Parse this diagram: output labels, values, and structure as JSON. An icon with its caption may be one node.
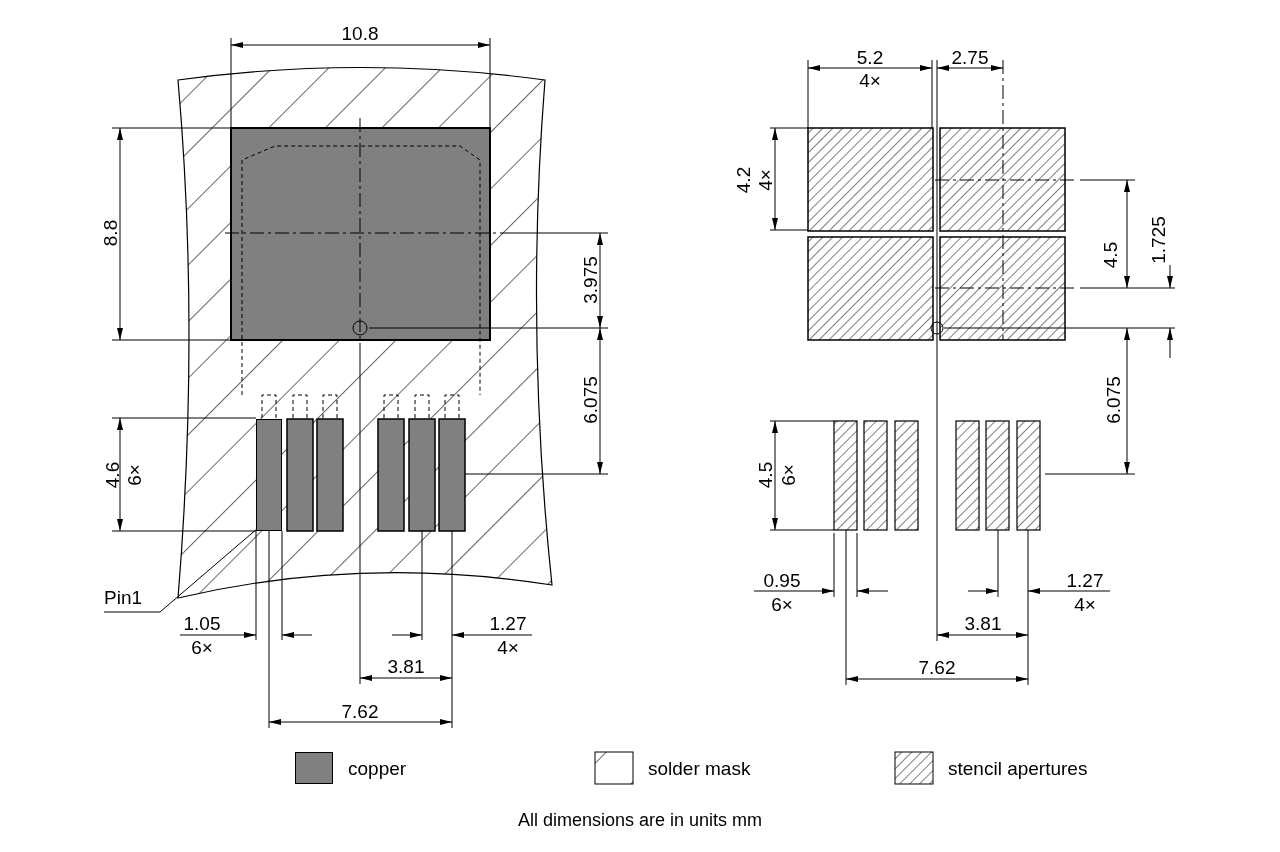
{
  "diagram": {
    "caption": "All dimensions are in units mm",
    "nodes": [
      {
        "text": [
          "Pin1"
        ]
      },
      {
        "text": [],
        "shape": "bar"
      }
    ],
    "edges": [
      {
        "from": 0,
        "to": 1,
        "arrow": "none"
      }
    ],
    "labels": [
      "10.8",
      "5.2",
      "4×",
      "2.75",
      "4.2",
      "4×",
      "8.8",
      "4.5",
      "1.725",
      "3.975",
      "6.075",
      "6.075",
      "4.6",
      "6×",
      "4.5",
      "6×",
      "0.95",
      "6×",
      "1.27",
      "4×",
      "1.05",
      "6×",
      "1.27",
      "4×",
      "3.81",
      "3.81",
      "7.62",
      "7.62"
    ],
    "legend": [
      {
        "text": "copper",
        "color": "#808080"
      },
      {
        "text": "solder mask"
      },
      {
        "text": "stencil apertures"
      }
    ]
  }
}
